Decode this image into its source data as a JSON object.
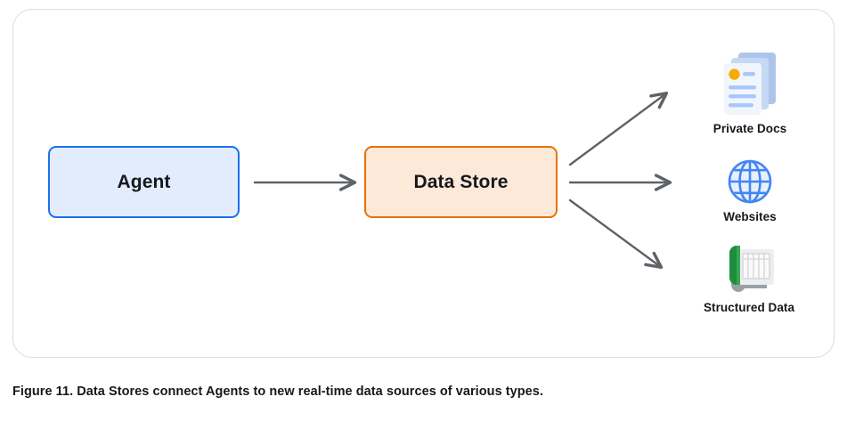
{
  "figure": {
    "caption": "Figure 11. Data Stores connect Agents to new real-time data sources of various types."
  },
  "diagram": {
    "type": "flow-diagram",
    "nodes": [
      {
        "id": "agent",
        "label": "Agent",
        "border_color": "#1a73e8",
        "fill_color": "#e3ecfd"
      },
      {
        "id": "data-store",
        "label": "Data Store",
        "border_color": "#e8710a",
        "fill_color": "#fce9d8"
      }
    ],
    "sources": [
      {
        "id": "private-docs",
        "label": "Private Docs",
        "icon": "stacked-documents-icon"
      },
      {
        "id": "websites",
        "label": "Websites",
        "icon": "globe-icon"
      },
      {
        "id": "structured-data",
        "label": "Structured Data",
        "icon": "spreadsheet-icon"
      }
    ],
    "arrows": [
      {
        "from": "agent",
        "to": "data-store",
        "direction": "right",
        "color": "#5f6368"
      },
      {
        "from": "data-store",
        "to": "private-docs",
        "direction": "up-right",
        "color": "#5f6368"
      },
      {
        "from": "data-store",
        "to": "websites",
        "direction": "right",
        "color": "#5f6368"
      },
      {
        "from": "data-store",
        "to": "structured-data",
        "direction": "down-right",
        "color": "#5f6368"
      }
    ],
    "colors": {
      "arrow": "#5f6368",
      "card_border": "#dadce0",
      "doc_accent": "#f9ab00",
      "doc_line": "#a8c7fa",
      "globe": "#4285f4",
      "sheet_green": "#1e8e3e",
      "background": "#ffffff"
    }
  }
}
